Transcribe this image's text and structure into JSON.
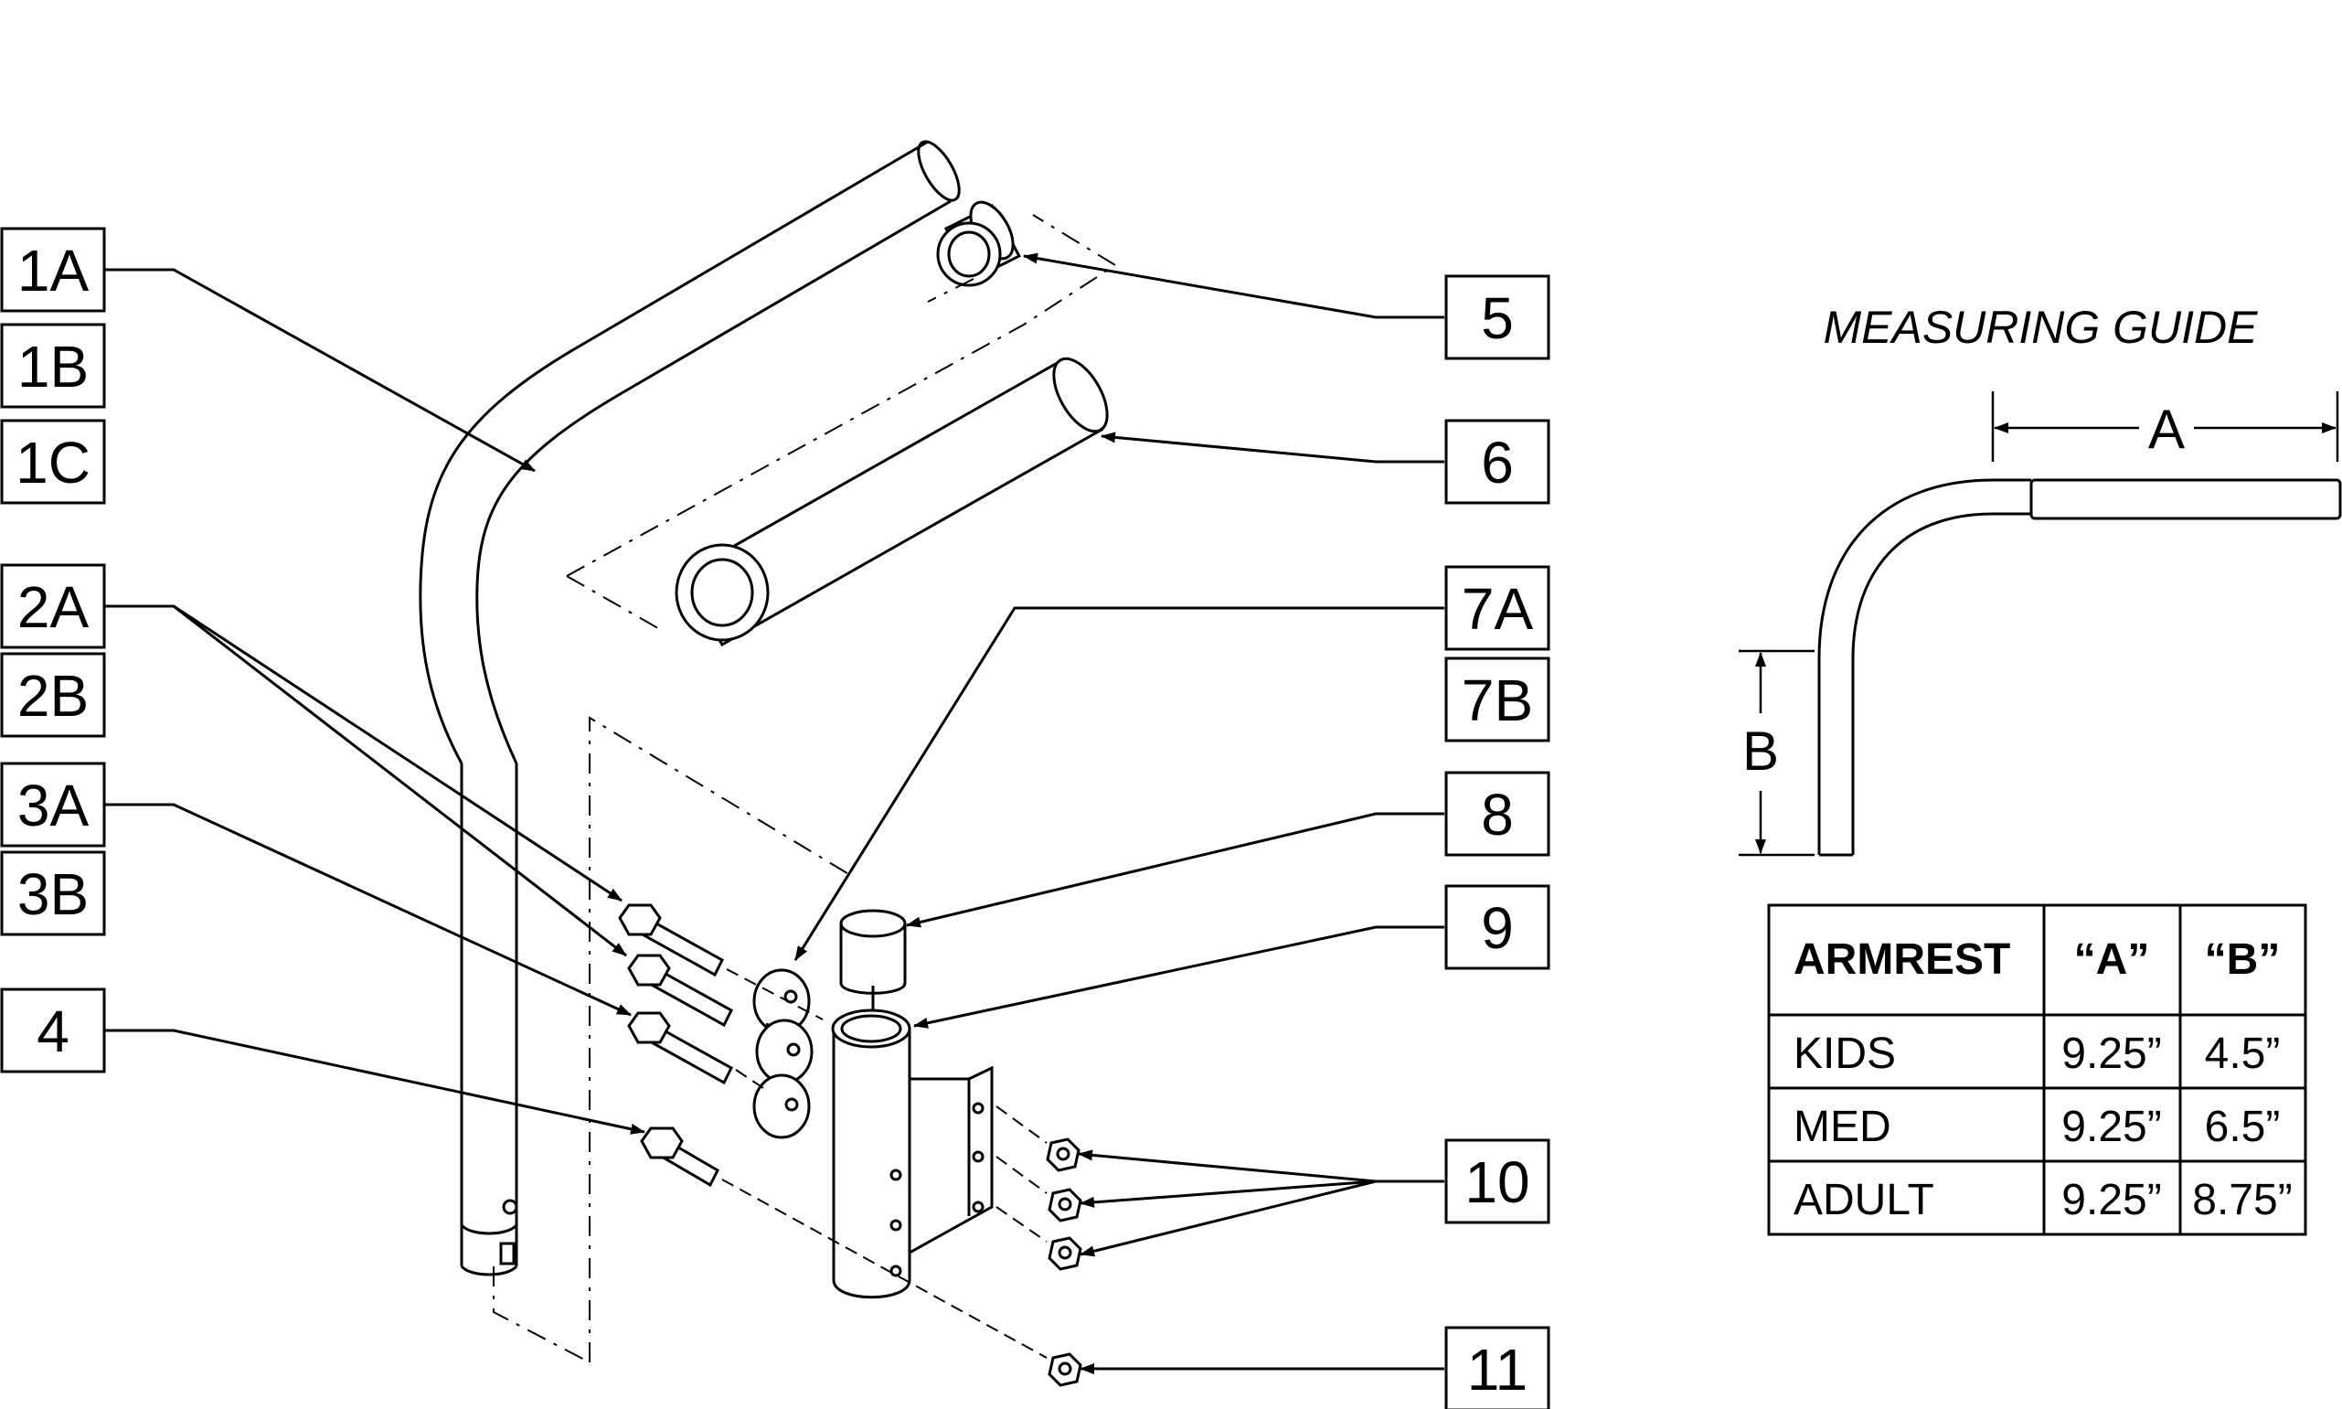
{
  "callouts": {
    "c1A": "1A",
    "c1B": "1B",
    "c1C": "1C",
    "c2A": "2A",
    "c2B": "2B",
    "c3A": "3A",
    "c3B": "3B",
    "c4": "4",
    "c5": "5",
    "c6": "6",
    "c7A": "7A",
    "c7B": "7B",
    "c8": "8",
    "c9": "9",
    "c10": "10",
    "c11": "11"
  },
  "measuring_guide": {
    "title": "MEASURING GUIDE",
    "dim_a": "A",
    "dim_b": "B"
  },
  "table": {
    "headers": [
      "ARMREST",
      "“A”",
      "“B”"
    ],
    "rows": [
      [
        "KIDS",
        "9.25”",
        "4.5”"
      ],
      [
        "MED",
        "9.25”",
        "6.5”"
      ],
      [
        "ADULT",
        "9.25”",
        "8.75”"
      ]
    ]
  }
}
